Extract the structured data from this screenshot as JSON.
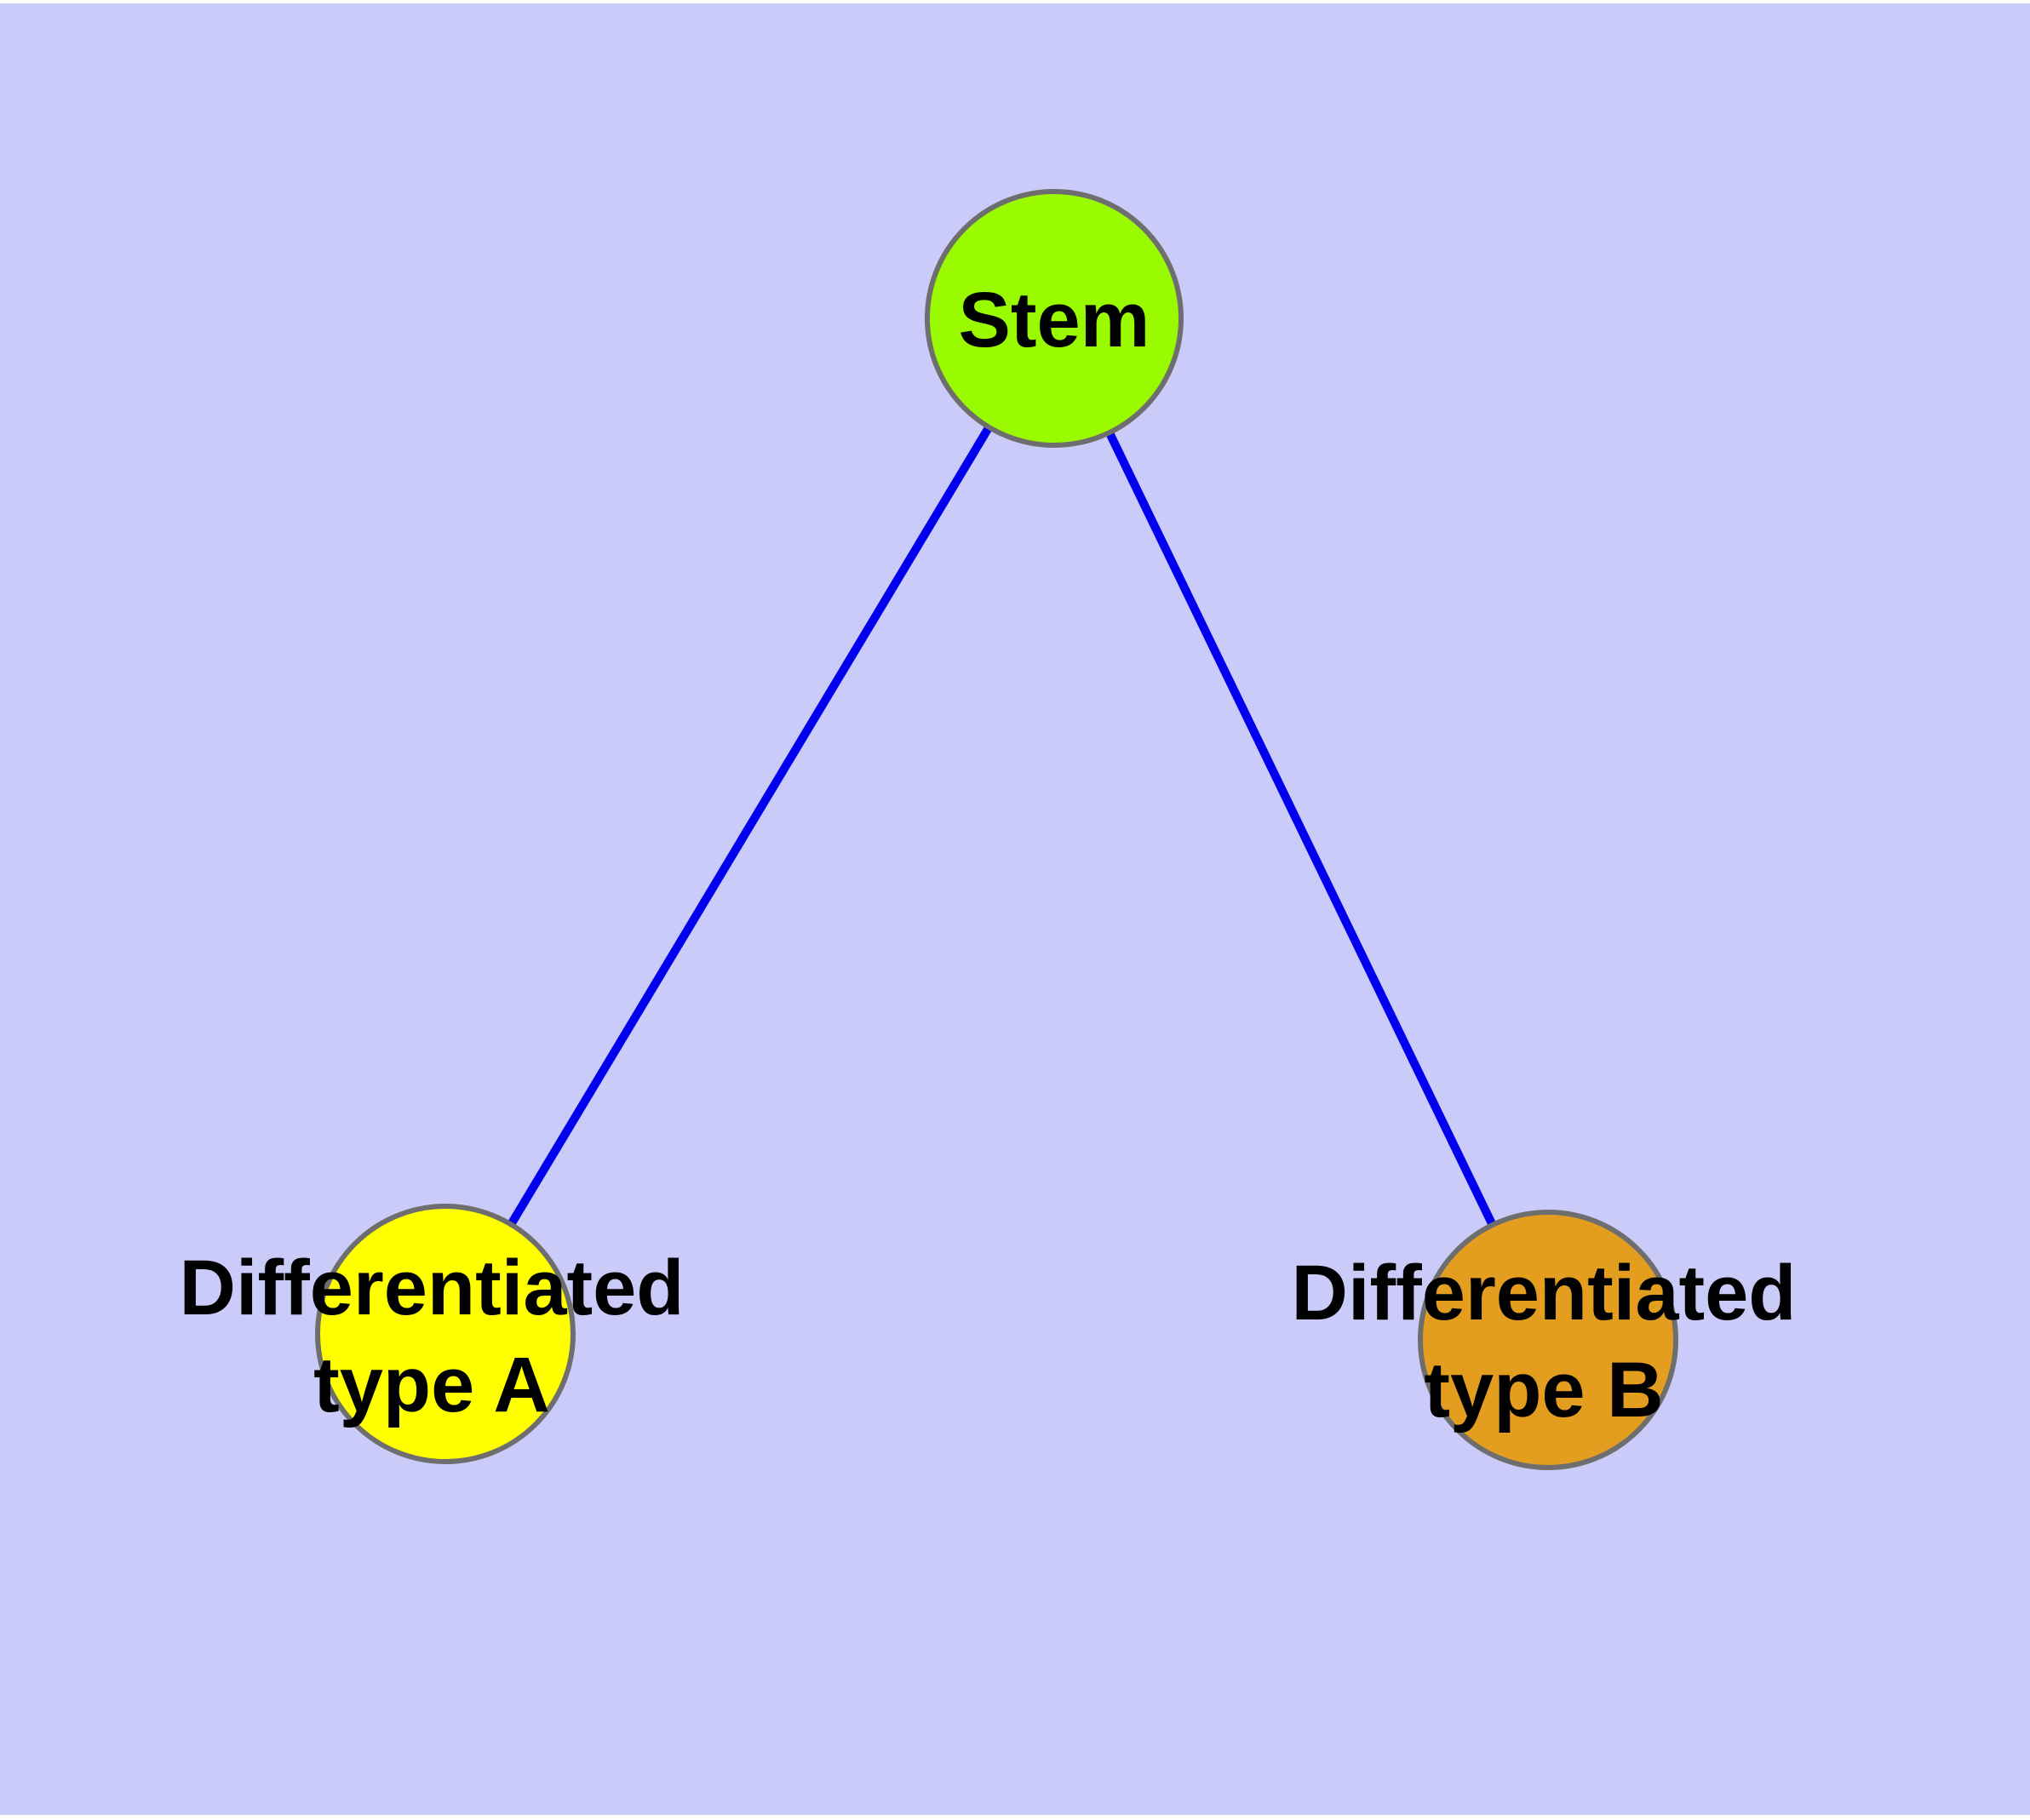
{
  "figure": {
    "type": "graph-diagram",
    "description": "Cell differentiation graph: a stem node linked to two differentiated cell type nodes",
    "page_margin_color": "#FFFFFF",
    "background_color": "#CBCBF9",
    "edge_color": "#0000EE",
    "node_border_color": "#6E6E6E",
    "label_color": "#000000",
    "nodes": {
      "stem": {
        "id": "stem",
        "label": "Stem",
        "fill": "#9AFA00"
      },
      "type_a": {
        "id": "type_a",
        "label": "Differentiated\ntype A",
        "fill": "#FFFF00"
      },
      "type_b": {
        "id": "type_b",
        "label": "Differentiated\ntype B",
        "fill": "#E39E20"
      }
    },
    "edges": [
      {
        "from": "stem",
        "to": "type_a"
      },
      {
        "from": "stem",
        "to": "type_b"
      }
    ]
  }
}
